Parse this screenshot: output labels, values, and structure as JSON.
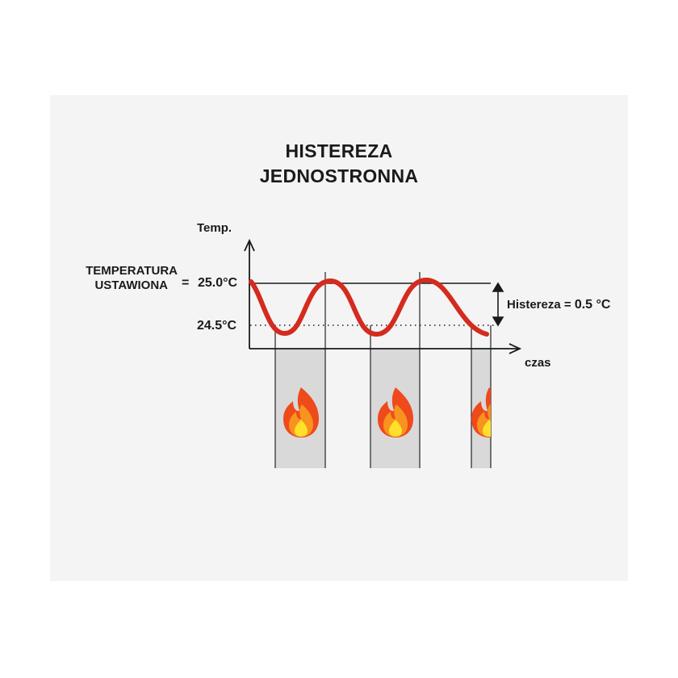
{
  "title": {
    "line1": "HISTEREZA",
    "line2": "JEDNOSTRONNA"
  },
  "axes": {
    "y_label": "Temp.",
    "x_label": "czas"
  },
  "setpoint": {
    "label_line1": "TEMPERATURA",
    "label_line2": "USTAWIONA",
    "equals": "=",
    "upper_value": "25.0°C",
    "lower_value": "24.5°C"
  },
  "hysteresis": {
    "label": "Histereza =",
    "value": "0.5 °C"
  },
  "heating_periods": {
    "count_full": 2,
    "count_partial": 1,
    "icon": "flame-icon"
  },
  "colors": {
    "curve": "#d42b1e",
    "heating_band": "#d9d9d9",
    "flame_outer": "#ef4a1c",
    "flame_mid": "#f7931e",
    "flame_core": "#ffe12b",
    "ink": "#1a1a1a"
  }
}
